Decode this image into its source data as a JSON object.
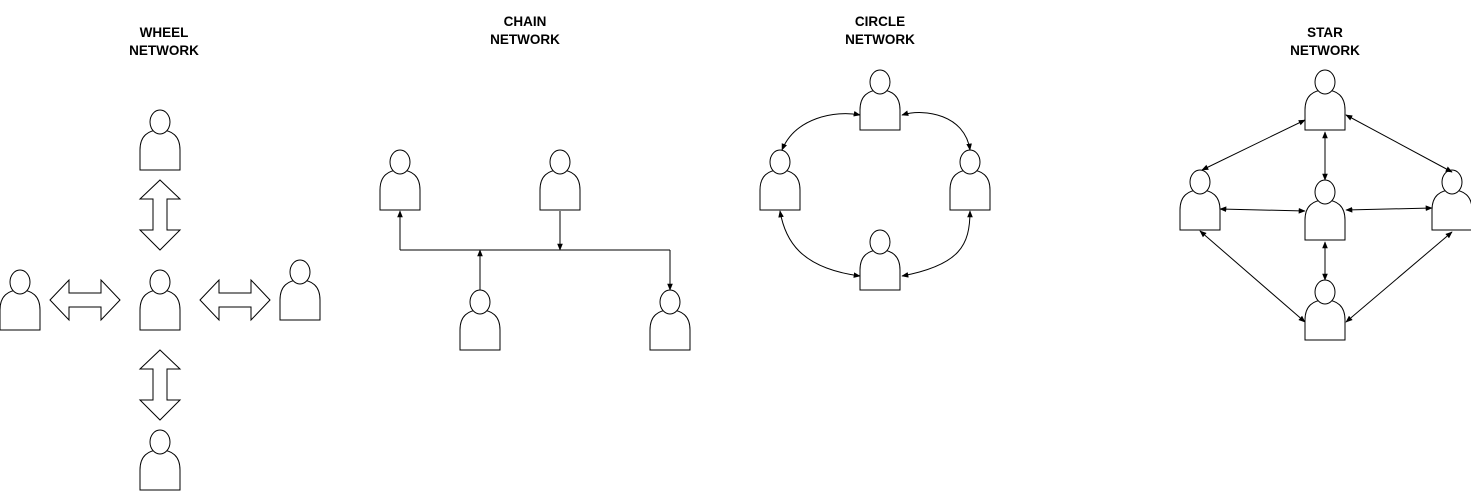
{
  "diagram": {
    "colors": {
      "stroke": "#000000",
      "fill": "#ffffff",
      "background": "#ffffff"
    },
    "icon": "person-icon",
    "networks": [
      {
        "id": "wheel",
        "title_line1": "WHEEL",
        "title_line2": "NETWORK",
        "nodes": 5
      },
      {
        "id": "chain",
        "title_line1": "CHAIN",
        "title_line2": "NETWORK",
        "nodes": 4
      },
      {
        "id": "circle",
        "title_line1": "CIRCLE",
        "title_line2": "NETWORK",
        "nodes": 4
      },
      {
        "id": "star",
        "title_line1": "STAR",
        "title_line2": "NETWORK",
        "nodes": 5
      }
    ]
  }
}
